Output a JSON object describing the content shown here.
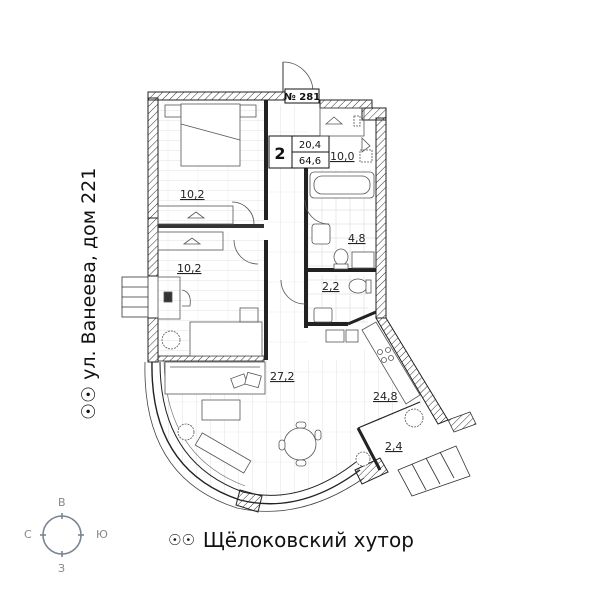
{
  "apartment": {
    "number_label": "№ 281",
    "rooms": "2",
    "living_area": "20,4",
    "total_area": "64,6"
  },
  "rooms": [
    {
      "id": "bedroom-1",
      "area": "10,2"
    },
    {
      "id": "bedroom-2",
      "area": "10,2"
    },
    {
      "id": "hallway",
      "area": "10,0"
    },
    {
      "id": "bathroom",
      "area": "4,8"
    },
    {
      "id": "toilet",
      "area": "2,2"
    },
    {
      "id": "living-room",
      "area": "27,2"
    },
    {
      "id": "kitchen",
      "area": "24,8"
    },
    {
      "id": "balcony",
      "area": "2,4"
    }
  ],
  "labels": {
    "street": "ул. Ванеева, дом 221",
    "complex": "Щёлоковский хутор",
    "binoculars_icon": "binoculars-icon"
  },
  "compass": {
    "north": "В",
    "west": "С",
    "east": "Ю",
    "south": "З"
  },
  "colors": {
    "wall": "#222222",
    "floor_lines": "#d8d8d8",
    "compass": "#7a8594"
  }
}
